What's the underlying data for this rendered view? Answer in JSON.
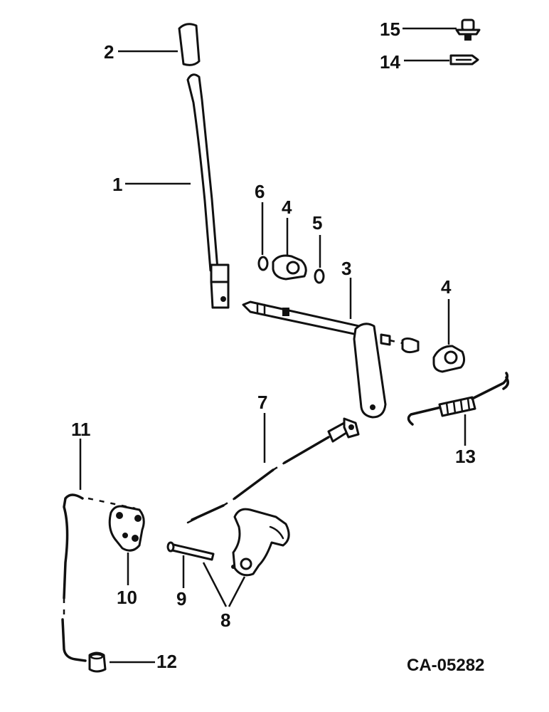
{
  "callouts": {
    "c1": "1",
    "c2": "2",
    "c3": "3",
    "c4a": "4",
    "c4b": "4",
    "c5": "5",
    "c6": "6",
    "c7": "7",
    "c8": "8",
    "c9": "9",
    "c10": "10",
    "c11": "11",
    "c12": "12",
    "c13": "13",
    "c14": "14",
    "c15": "15"
  },
  "drawing_code": "CA-05282"
}
